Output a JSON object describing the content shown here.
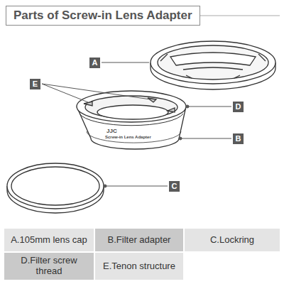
{
  "diagram": {
    "title": "Parts of Screw-in Lens Adapter",
    "nodes": [
      {
        "text": [
          "A"
        ]
      },
      {
        "text": [
          "E"
        ]
      },
      {
        "text": [
          "D"
        ]
      },
      {
        "text": [
          "B"
        ]
      },
      {
        "text": [
          "C"
        ]
      },
      {
        "text": [
          "A.105mm lens cap"
        ]
      },
      {
        "text": [
          "B.Filter adapter"
        ]
      },
      {
        "text": [
          "C.Lockring"
        ]
      },
      {
        "text": [
          "D.Filter screw thread"
        ]
      },
      {
        "text": [
          "E.Tenon structure"
        ]
      }
    ],
    "labels": [
      "JJC",
      "Screw-in Lens Adapter"
    ]
  }
}
